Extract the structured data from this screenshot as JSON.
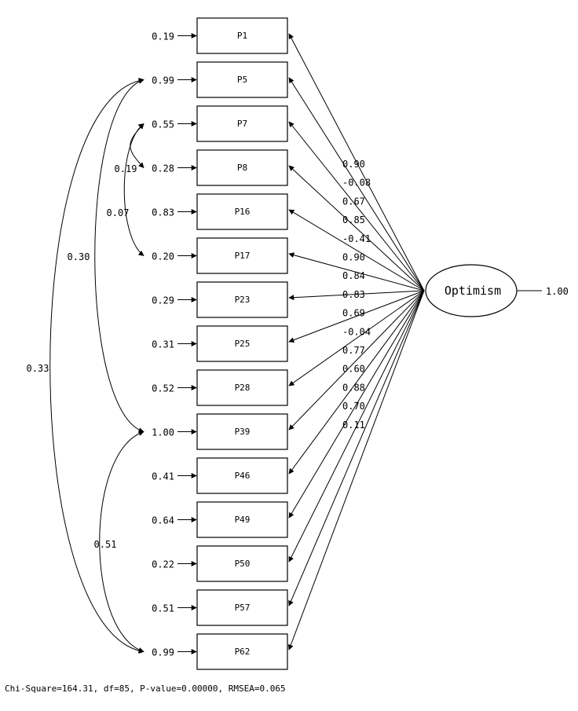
{
  "latent": {
    "name": "Optimism",
    "variance": "1.00"
  },
  "indicators": [
    {
      "name": "P1",
      "error": "0.19",
      "loading": "0.90"
    },
    {
      "name": "P5",
      "error": "0.99",
      "loading": "-0.08"
    },
    {
      "name": "P7",
      "error": "0.55",
      "loading": "0.67"
    },
    {
      "name": "P8",
      "error": "0.28",
      "loading": "0.85"
    },
    {
      "name": "P16",
      "error": "0.83",
      "loading": "-0.41"
    },
    {
      "name": "P17",
      "error": "0.20",
      "loading": "0.90"
    },
    {
      "name": "P23",
      "error": "0.29",
      "loading": "0.84"
    },
    {
      "name": "P25",
      "error": "0.31",
      "loading": "0.83"
    },
    {
      "name": "P28",
      "error": "0.52",
      "loading": "0.69"
    },
    {
      "name": "P39",
      "error": "1.00",
      "loading": "-0.04"
    },
    {
      "name": "P46",
      "error": "0.41",
      "loading": "0.77"
    },
    {
      "name": "P49",
      "error": "0.64",
      "loading": "0.60"
    },
    {
      "name": "P50",
      "error": "0.22",
      "loading": "0.88"
    },
    {
      "name": "P57",
      "error": "0.51",
      "loading": "0.70"
    },
    {
      "name": "P62",
      "error": "0.99",
      "loading": "0.11"
    }
  ],
  "covariances": [
    {
      "from": "P5",
      "to": "P39",
      "value": "0.30"
    },
    {
      "from": "P5",
      "to": "P62",
      "value": "0.33"
    },
    {
      "from": "P39",
      "to": "P62",
      "value": "0.51"
    },
    {
      "from": "P7",
      "to": "P17",
      "value": "0.07"
    },
    {
      "from": "P7",
      "to": "P8",
      "value": "0.19"
    }
  ],
  "fit": {
    "text": "Chi-Square=164.31, df=85, P-value=0.00000, RMSEA=0.065"
  }
}
